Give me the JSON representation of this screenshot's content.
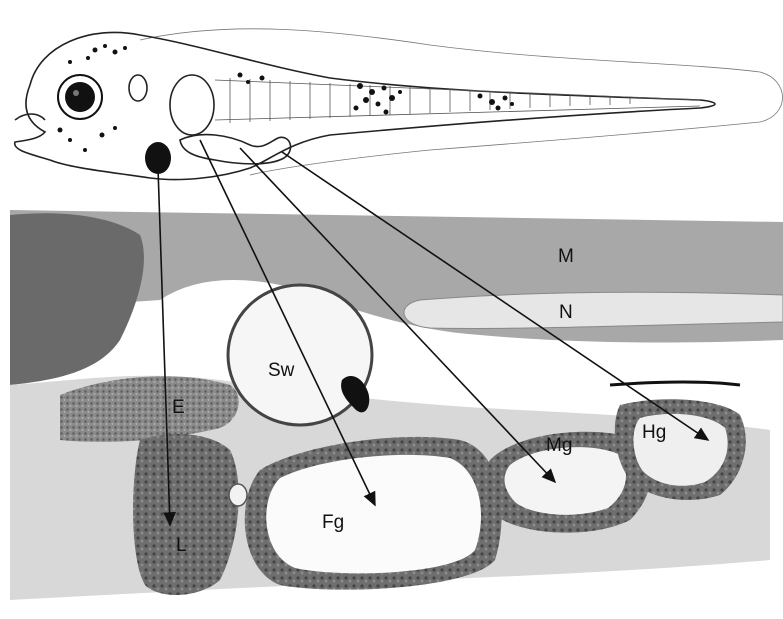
{
  "figure": {
    "labels": {
      "muscle": "M",
      "notochord": "N",
      "swim_bladder": "Sw",
      "esophagus": "E",
      "liver": "L",
      "foregut": "Fg",
      "midgut": "Mg",
      "hindgut": "Hg"
    },
    "colors": {
      "background": "#ffffff",
      "tissue_light": "#cfcfcf",
      "tissue_mid": "#9a9a9a",
      "tissue_dark": "#555555",
      "ink": "#111111"
    }
  }
}
